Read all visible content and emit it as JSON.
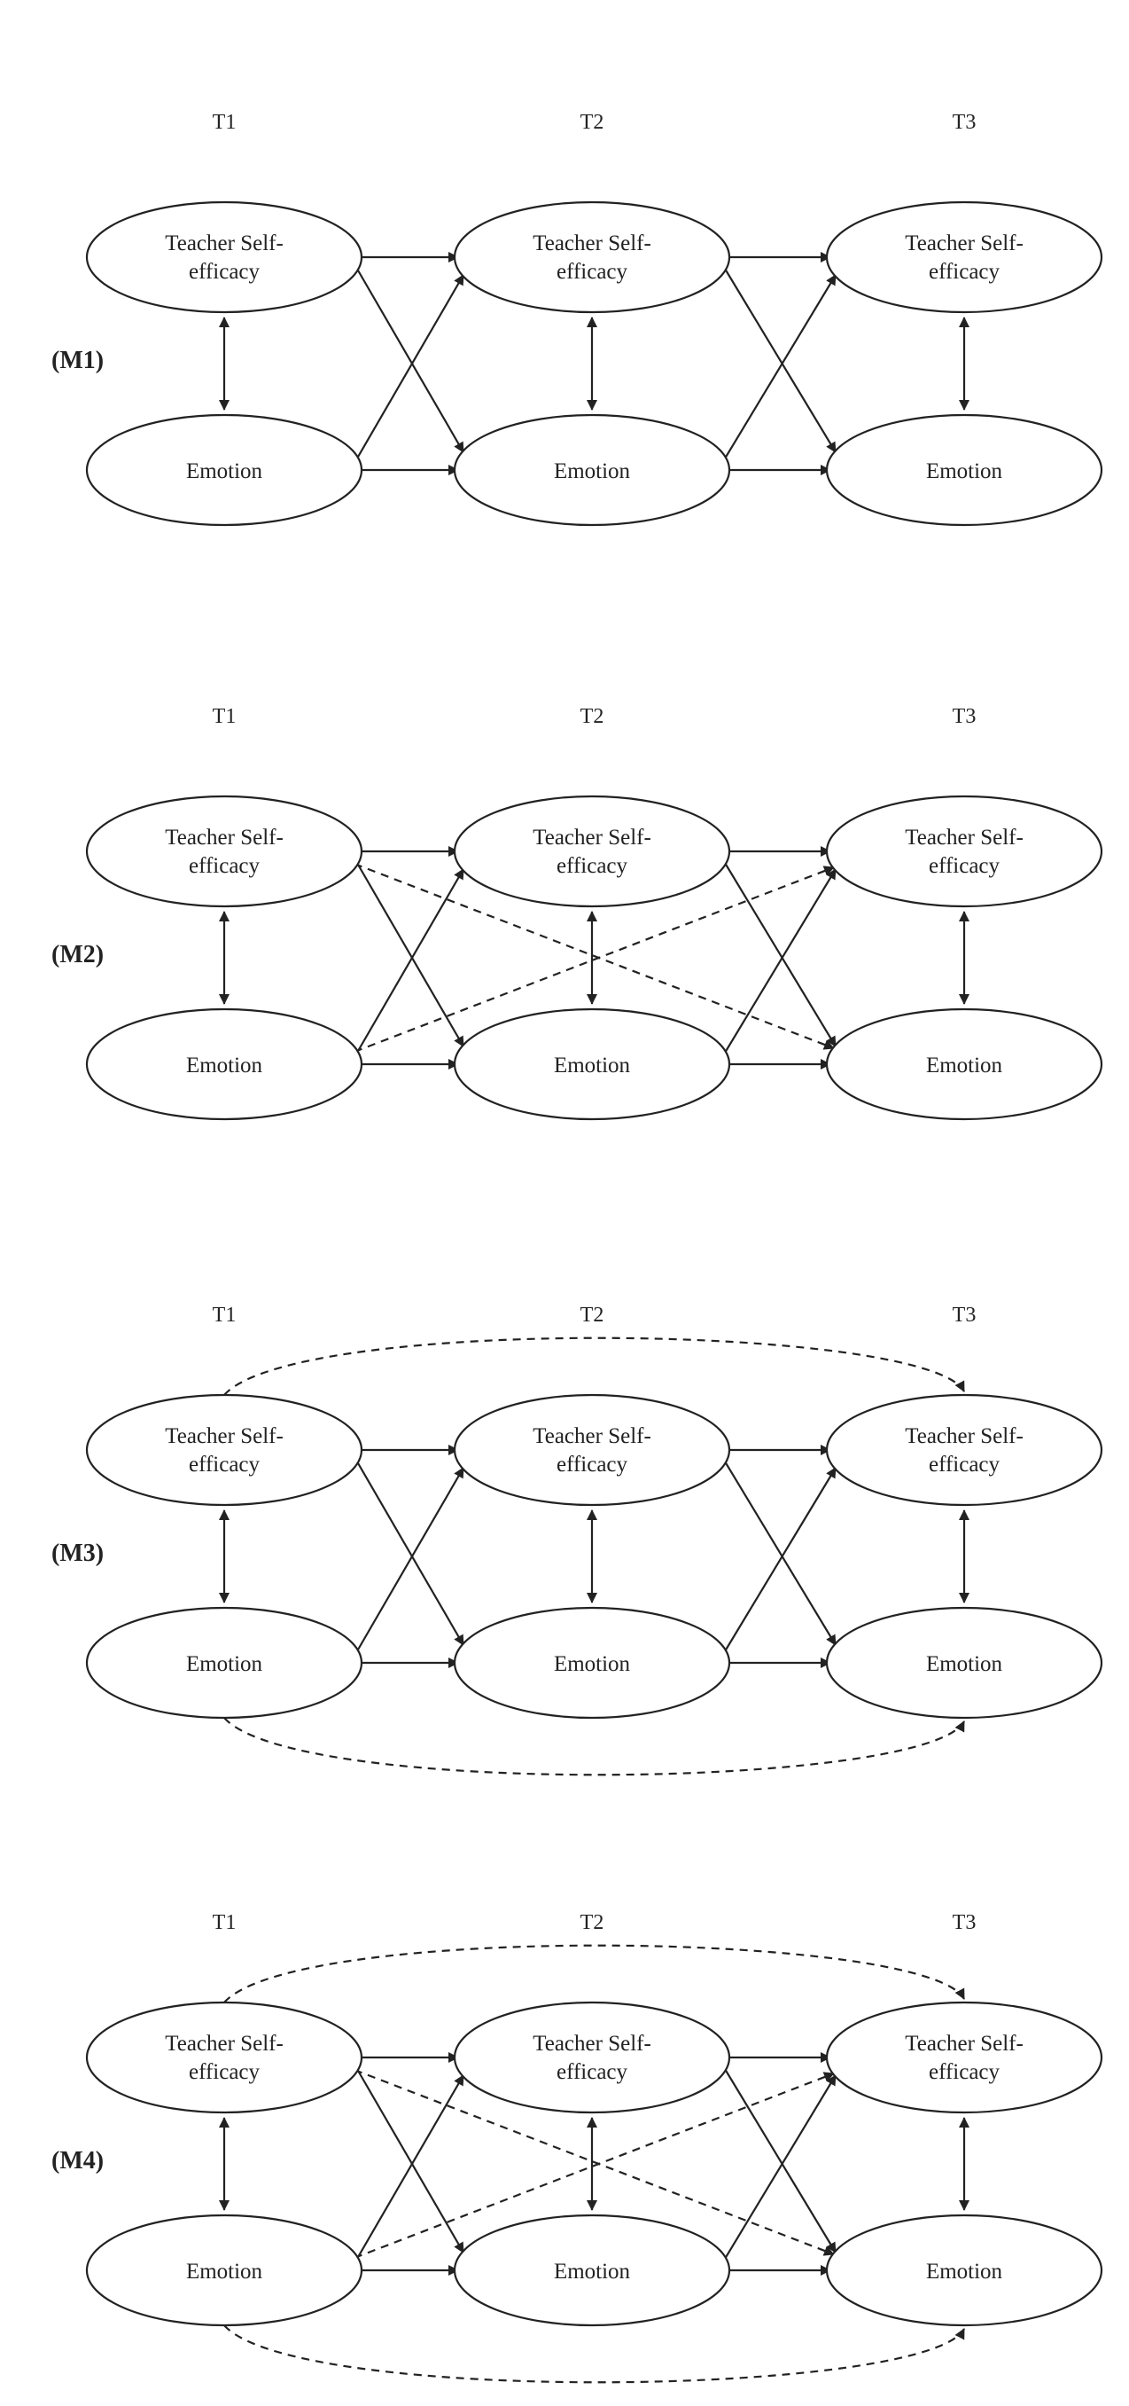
{
  "time_labels": [
    "T1",
    "T2",
    "T3"
  ],
  "node_labels": {
    "self_efficacy_line1": "Teacher Self-",
    "self_efficacy_line2": "efficacy",
    "emotion": "Emotion"
  },
  "models": [
    {
      "label": "(M1)",
      "cross_lagged_t1_t2": "solid",
      "cross_lagged_t2_t3": "solid",
      "cross_lagged_t1_t3": "none",
      "autoregressive_t1_t3": "none"
    },
    {
      "label": "(M2)",
      "cross_lagged_t1_t2": "solid",
      "cross_lagged_t2_t3": "solid",
      "cross_lagged_t1_t3": "dashed",
      "autoregressive_t1_t3": "none"
    },
    {
      "label": "(M3)",
      "cross_lagged_t1_t2": "solid",
      "cross_lagged_t2_t3": "solid",
      "cross_lagged_t1_t3": "none",
      "autoregressive_t1_t3": "dashed"
    },
    {
      "label": "(M4)",
      "cross_lagged_t1_t2": "solid",
      "cross_lagged_t2_t3": "solid",
      "cross_lagged_t1_t3": "dashed",
      "autoregressive_t1_t3": "dashed"
    }
  ]
}
